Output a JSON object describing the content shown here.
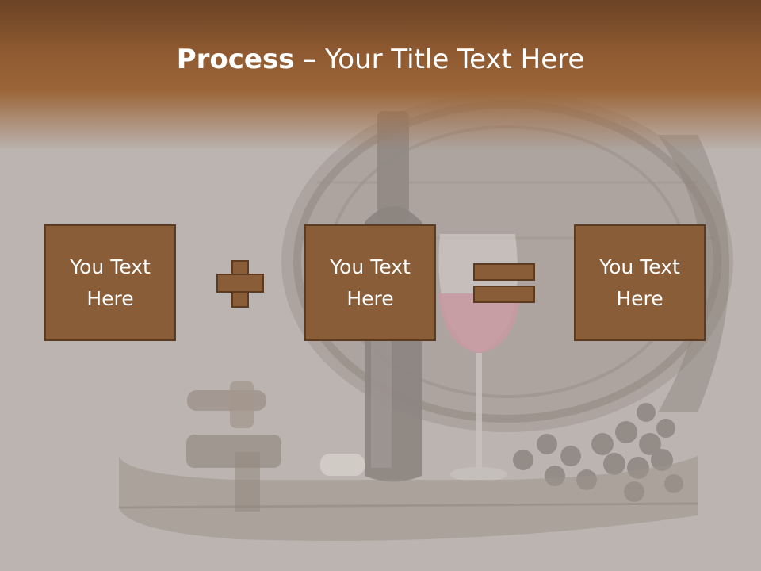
{
  "slide": {
    "title_bold": "Process",
    "title_rest": " – Your Title Text Here",
    "boxes": [
      {
        "text": "You Text Here"
      },
      {
        "text": "You Text Here"
      },
      {
        "text": "You Text Here"
      }
    ],
    "operators": [
      "plus-icon",
      "equals-icon"
    ],
    "colors": {
      "header": "#8f5a31",
      "box_fill": "#8a5d39",
      "box_border": "#5d3b20",
      "background": "#bcb5b1"
    }
  }
}
